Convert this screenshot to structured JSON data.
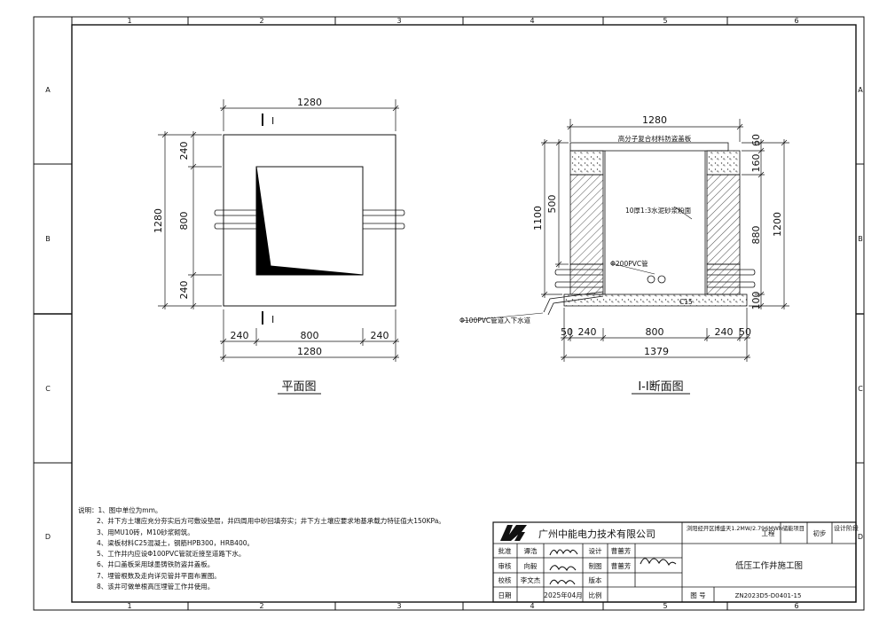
{
  "frame": {
    "col_labels": [
      "1",
      "2",
      "3",
      "4",
      "5",
      "6"
    ],
    "row_labels": [
      "A",
      "B",
      "C",
      "D"
    ]
  },
  "plan_view": {
    "title": "平面图",
    "section_mark": "I",
    "dims": {
      "top_total": "1280",
      "left_total": "1280",
      "left_top": "240",
      "left_mid": "800",
      "left_bottom": "240",
      "bottom_left": "240",
      "bottom_mid": "800",
      "bottom_right": "240",
      "bottom_total": "1280"
    }
  },
  "section_view": {
    "title": "I-I断面图",
    "labels": {
      "cover": "高分子复合材料防盗盖板",
      "plaster": "10厚1:3水泥砂浆粉面",
      "pipe200": "Φ200PVC管",
      "pipe100": "Φ100PVC管道入下水道",
      "c15": "C15"
    },
    "dims": {
      "top_total": "1280",
      "left_total": "1100",
      "left_upper": "500",
      "right_60": "60",
      "right_160": "160",
      "right_880": "880",
      "right_100": "100",
      "right_total": "1200",
      "bottom_50a": "50",
      "bottom_240a": "240",
      "bottom_800": "800",
      "bottom_240b": "240",
      "bottom_50b": "50",
      "bottom_total": "1379"
    }
  },
  "notes": [
    "说明：1、图中单位为mm。",
    "2、井下方土壤应充分夯实后方可敷设垫层，井四周用中砂回填夯实；井下方土壤应要求地基承载力特征值大150KPa。",
    "3、用MU10砖，M10砂浆砌筑。",
    "4、梁板材料C25混凝土，钢筋HPB300，HRB400。",
    "5、工作井内应设Φ100PVC管就近接至道路下水。",
    "6、井口盖板采用球墨铸铁防盗井盖板。",
    "7、埋管根数及走向详见管井平面布置图。",
    "8、该井可做单根高压埋管工作井使用。"
  ],
  "title_block": {
    "company": "广州中能电力技术有限公司",
    "project": "浏阳经开区搏盛天1.2MW/2.796MWh储能项目",
    "project_suffix": "工程",
    "stage_value": "初步",
    "stage_label": "设计阶段",
    "drawing_name": "低压工作井施工图",
    "approve_label": "批准",
    "approve_name": "谭浩",
    "review_label": "审核",
    "review_name": "向毅",
    "check_label": "校核",
    "check_name": "李文杰",
    "design_label": "设计",
    "design_name": "曹蕙芳",
    "draw_label": "制图",
    "draw_name": "曹蕙芳",
    "version_label": "版本",
    "date_label": "日期",
    "date_value": "2025年04月",
    "scale_label": "比例",
    "drawing_no_label": "图 号",
    "drawing_no": "ZN2023D5-D0401-15"
  }
}
